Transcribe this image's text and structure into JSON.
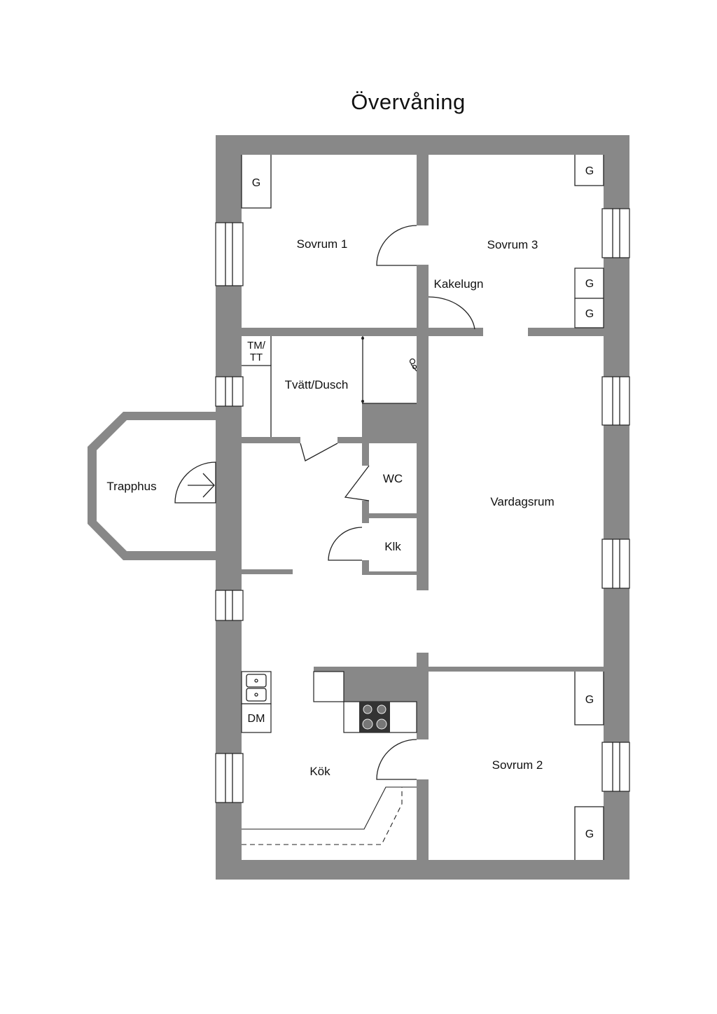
{
  "title": "Övervåning",
  "rooms": {
    "sovrum1": "Sovrum 1",
    "sovrum3": "Sovrum 3",
    "sovrum2": "Sovrum 2",
    "kakelugn": "Kakelugn",
    "tvatt_dusch": "Tvätt/Dusch",
    "tmtt_line1": "TM/",
    "tmtt_line2": "TT",
    "trapphus": "Trapphus",
    "wc": "WC",
    "klk": "Klk",
    "vardagsrum": "Vardagsrum",
    "kok": "Kök",
    "dm": "DM"
  },
  "wardrobe_label": "G",
  "colors": {
    "wall": "#888888",
    "line": "#222222",
    "background": "#ffffff"
  }
}
